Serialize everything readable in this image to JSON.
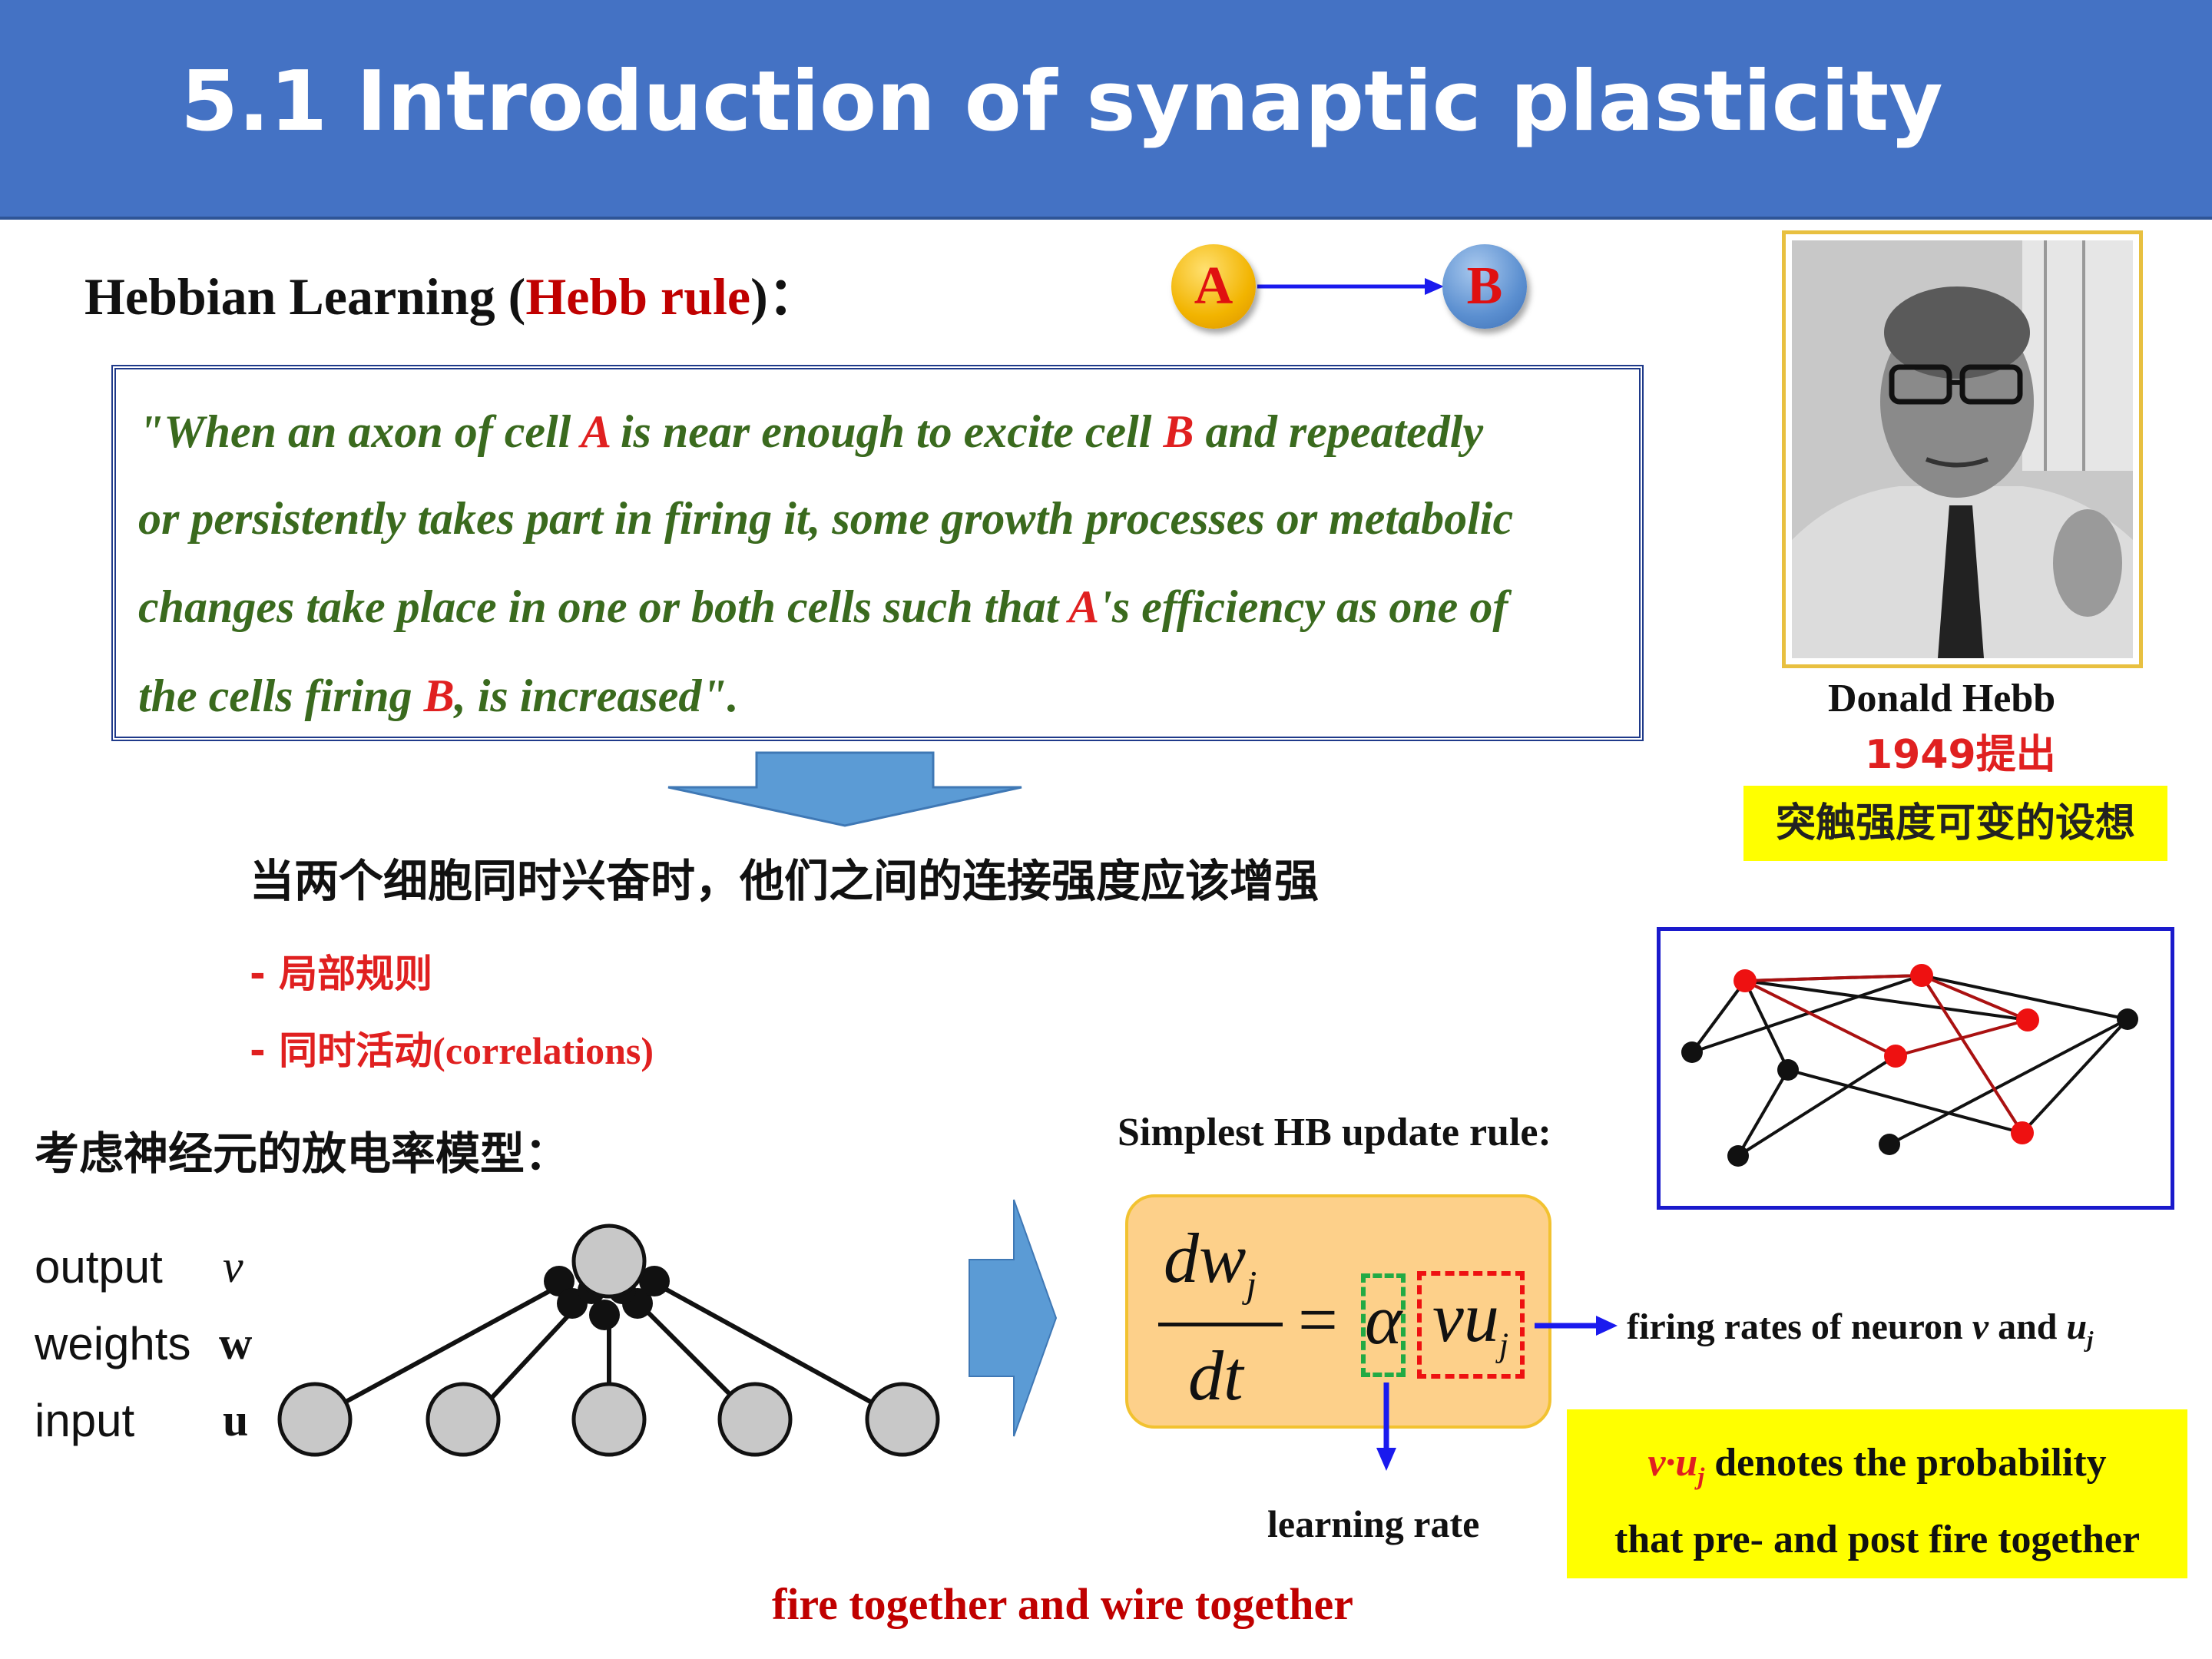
{
  "header": {
    "title": "5.1 Introduction of synaptic plasticity"
  },
  "hebbian": {
    "prefix": "Hebbian Learning (",
    "rule": "Hebb rule",
    "suffix": ")：",
    "node_a": "A",
    "node_b": "B"
  },
  "quote": {
    "line1": [
      {
        "t": "\"When an axon of cell ",
        "red": false
      },
      {
        "t": "A",
        "red": true
      },
      {
        "t": " is near enough to excite cell ",
        "red": false
      },
      {
        "t": "B",
        "red": true
      },
      {
        "t": " and repeatedly",
        "red": false
      }
    ],
    "line2": "or persistently takes part in firing it, some growth processes or metabolic",
    "line3a": "changes take place in one or both cells such that ",
    "line3b": "A",
    "line3c": "'s efficiency as one of",
    "line4a": "the cells firing ",
    "line4b": "B",
    "line4c": ", is increased\"."
  },
  "portrait": {
    "name": "Donald Hebb",
    "year": "1949提出",
    "note": "突触强度可变的设想"
  },
  "summary": {
    "main": "当两个细胞同时兴奋时，他们之间的连接强度应该增强",
    "bullet1": "- 局部规则",
    "bullet2_cn": "- 同时活动",
    "bullet2_en": "(correlations)"
  },
  "model": {
    "heading": "考虑神经元的放电率模型：",
    "rows": [
      {
        "label": "output",
        "symbol": "v"
      },
      {
        "label": "weights",
        "symbol": "w"
      },
      {
        "label": "input",
        "symbol": "u"
      }
    ]
  },
  "equation": {
    "rule_label": "Simplest HB update rule:",
    "numerator": "dw",
    "num_sub": "j",
    "denominator": "dt",
    "equals": "=",
    "alpha": "α",
    "rhs": "vu",
    "rhs_sub": "j",
    "firing_label_prefix": "firing rates of neuron ",
    "firing_v": "v",
    "firing_and": " and ",
    "firing_u": "u",
    "firing_sub": "j",
    "learning_rate": "learning rate",
    "prob_line1_sym": "v·u",
    "prob_line1_sub": "j",
    "prob_line1_rest": " denotes the probability",
    "prob_line2": "that pre- and post fire together"
  },
  "tagline": "fire together and wire together",
  "colors": {
    "title_bg": "#4472c4",
    "quote_text": "#3a6a1e",
    "highlight_red": "#e02020",
    "tagline": "#c00000",
    "note_bg": "#ffff00",
    "equation_bg": "#fdd08a"
  }
}
